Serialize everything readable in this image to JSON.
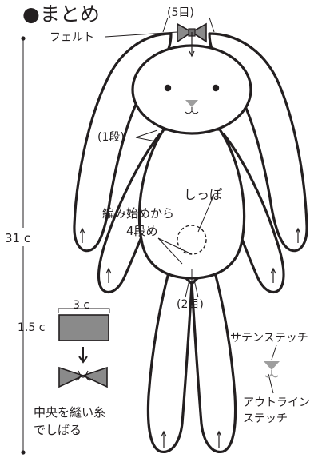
{
  "title": "●まとめ",
  "labels": {
    "top_rows": "(5目)",
    "felt": "フェルト",
    "first_row": "(1段)",
    "tail": "しっぽ",
    "start_line1": "編み始めから",
    "start_line2": "4段め",
    "second_stitch": "(2目)",
    "total_height": "31 c",
    "bow_width": "3 c",
    "bow_height": "1.5 c",
    "bow_note_line1": "中央を縫い糸",
    "bow_note_line2": "でしばる",
    "satin": "サテンステッチ",
    "outline_line1": "アウトライン",
    "outline_line2": "ステッチ"
  },
  "colors": {
    "line": "#231f20",
    "felt": "#8a8a8a",
    "nose": "#9e9e9e"
  }
}
